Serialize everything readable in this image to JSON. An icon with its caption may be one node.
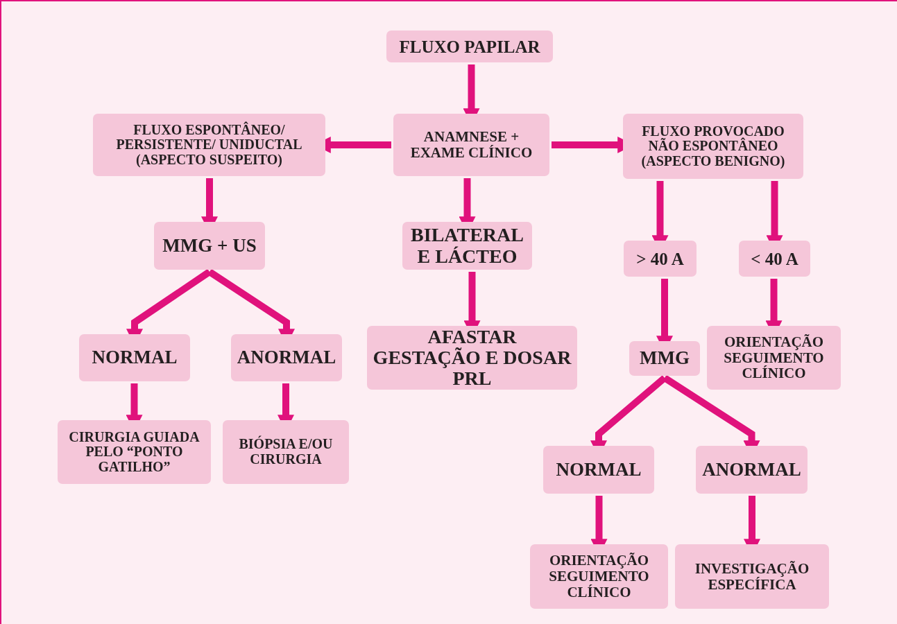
{
  "diagram": {
    "nodes": [
      {
        "text": [
          "FLUXO PAPILAR"
        ]
      },
      {
        "text": [
          "ANAMNESE + EXAME CLÍNICO"
        ]
      },
      {
        "text": [
          "FLUXO ESPONTÂNEO/ PERSISTENTE/ UNIDUCTAL (ASPECTO SUSPEITO)"
        ]
      },
      {
        "text": [
          "FLUXO PROVOCADO NÃO ESPONTÂNEO (ASPECTO BENIGNO)"
        ]
      },
      {
        "text": [
          "MMG + US"
        ]
      },
      {
        "text": [
          "BILATERAL E LÁCTEO"
        ]
      },
      {
        "text": [
          "> 40 A"
        ]
      },
      {
        "text": [
          "< 40 A"
        ]
      },
      {
        "text": [
          "NORMAL"
        ]
      },
      {
        "text": [
          "ANORMAL"
        ]
      },
      {
        "text": [
          "AFASTAR GESTAÇÃO E DOSAR PRL"
        ]
      },
      {
        "text": [
          "MMG"
        ]
      },
      {
        "text": [
          "ORIENTAÇÃO SEGUIMENTO CLÍNICO"
        ]
      },
      {
        "text": [
          "CIRURGIA GUIADA PELO “PONTO GATILHO”"
        ]
      },
      {
        "text": [
          "BIÓPSIA E/OU CIRURGIA"
        ]
      },
      {
        "text": [
          "NORMAL"
        ]
      },
      {
        "text": [
          "ANORMAL"
        ]
      },
      {
        "text": [
          "ORIENTAÇÃO SEGUIMENTO CLÍNICO"
        ]
      },
      {
        "text": [
          "INVESTIGAÇÃO ESPECÍFICA"
        ]
      }
    ],
    "edges": [
      {
        "from": 0,
        "to": 1,
        "arrow": "to"
      },
      {
        "from": 1,
        "to": 2,
        "arrow": "to"
      },
      {
        "from": 1,
        "to": 3,
        "arrow": "to"
      },
      {
        "from": 1,
        "to": 5,
        "arrow": "to"
      },
      {
        "from": 2,
        "to": 4,
        "arrow": "to"
      },
      {
        "from": 3,
        "to": 6,
        "arrow": "to"
      },
      {
        "from": 3,
        "to": 7,
        "arrow": "to"
      },
      {
        "from": 4,
        "to": 8,
        "arrow": "to"
      },
      {
        "from": 4,
        "to": 9,
        "arrow": "to"
      },
      {
        "from": 5,
        "to": 10,
        "arrow": "to"
      },
      {
        "from": 6,
        "to": 11,
        "arrow": "to"
      },
      {
        "from": 7,
        "to": 12,
        "arrow": "to"
      },
      {
        "from": 8,
        "to": 13,
        "arrow": "to"
      },
      {
        "from": 9,
        "to": 14,
        "arrow": "to"
      },
      {
        "from": 11,
        "to": 15,
        "arrow": "to"
      },
      {
        "from": 11,
        "to": 16,
        "arrow": "to"
      },
      {
        "from": 15,
        "to": 17,
        "arrow": "to"
      },
      {
        "from": 16,
        "to": 18,
        "arrow": "to"
      }
    ]
  }
}
